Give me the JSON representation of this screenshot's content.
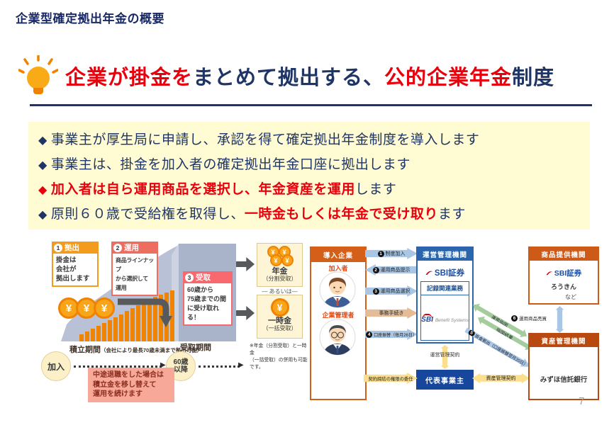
{
  "page": {
    "title": "企業型確定拠出年金の概要",
    "page_number": "7"
  },
  "headline": {
    "seg1": "企業が掛金を",
    "seg2": "まとめて拠出する、",
    "seg3": "公的企業年金",
    "seg4": "制度"
  },
  "key_points": {
    "marker": "◆",
    "b1": "事業主が厚生局に申請し、承認を得て確定拠出年金制度を導入します",
    "b2": "事業主は、掛金を加入者の確定拠出年金口座に拠出します",
    "b3_red": "加入者は自ら運用商品を選択し、年金資産を運用",
    "b3_tail": "します",
    "b4_head": "原則６０歳で受給権を取得し、",
    "b4_red": "一時金もしくは年金で受け取り",
    "b4_tail": "ます"
  },
  "left_diagram": {
    "steps": {
      "s1": {
        "num": "1",
        "title": "拠出",
        "body": "掛金は\n会社が\n拠出します"
      },
      "s2": {
        "num": "2",
        "title": "運用",
        "body": "商品ラインナップ\nから選択して\n運用"
      },
      "s3": {
        "num": "3",
        "title": "受取",
        "body": "60歳から\n75歳までの間\nに受け取れる！"
      }
    },
    "yen": "¥",
    "bars": [
      10,
      14,
      18,
      22,
      26,
      30,
      34,
      38,
      43,
      47,
      51,
      55,
      59,
      63,
      66,
      69,
      72
    ],
    "accum_label": "積立期間",
    "accum_note": "（会社により最長70歳未満まで拠出可能）",
    "receive_label": "受取期間",
    "join": "加入",
    "age60": "60歳\n以降",
    "midcareer": "中途退職をした場合は\n積立金を移し替えて\n運用を続けます",
    "pension": {
      "title": "年金",
      "sub": "（分割受取）"
    },
    "or": "— あるいは—",
    "lump": {
      "title": "一時金",
      "sub": "（一括受取）"
    },
    "note": "※年金（分割受取）と一時金\n（一括受取）の併用も可能です。"
  },
  "right_diagram": {
    "company": {
      "header": "導入企業",
      "member": "加入者",
      "admin": "企業管理者"
    },
    "operator": {
      "header": "運営管理機関",
      "record": "記録関連業務"
    },
    "logos": {
      "sbi_securities": "SBI証券",
      "sbi_bs": "SBI",
      "sbi_bs_sub": "Benefit Systems"
    },
    "flows": {
      "f1": {
        "num": "1",
        "label": "制度加入"
      },
      "f2": {
        "num": "2",
        "label": "運用商品提示"
      },
      "f3": {
        "num": "3",
        "label": "運用商品選択"
      },
      "admin_flow": {
        "label": "事務手続き"
      },
      "f4": {
        "num": "4",
        "label": "口座振替（毎月26日）"
      },
      "green_out": "運用指図",
      "green_back": "指図結果",
      "f5": {
        "num": "5",
        "label": "掛金拠出（口座振替翌月20日）"
      },
      "f6": {
        "num": "6",
        "label": "運用商品売買"
      },
      "mgmt_contract": "運営管理契約",
      "delegation": "契約締結の権限の委任",
      "asset_contract": "資産管理契約"
    },
    "representative": "代表事業主",
    "products": {
      "header": "商品提供機関",
      "item2": "ろうきん",
      "item3": "など"
    },
    "asset": {
      "header": "資産管理機関",
      "name": "みずほ信託銀行"
    }
  },
  "colors": {
    "navy": "#1f3566",
    "red": "#e8000d",
    "highlight_bg": "#fffbd2",
    "bar_orange": "#f08300",
    "company_orange": "#d35f19",
    "operator_blue": "#2a65ae",
    "rep_blue": "#17479d"
  }
}
